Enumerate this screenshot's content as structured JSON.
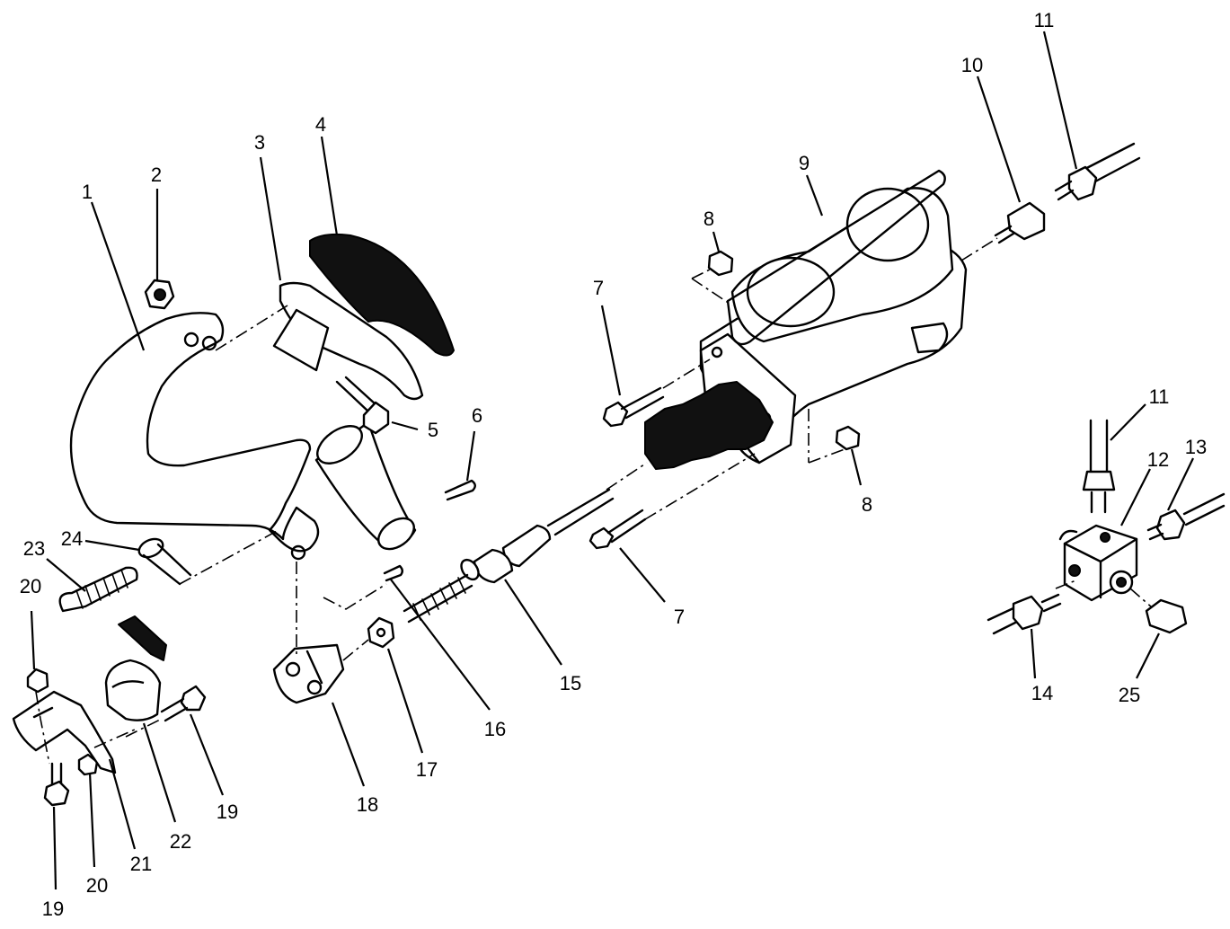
{
  "callouts": {
    "c1": "1",
    "c2": "2",
    "c3": "3",
    "c4": "4",
    "c5": "5",
    "c6": "6",
    "c7a": "7",
    "c7b": "7",
    "c8a": "8",
    "c8b": "8",
    "c9": "9",
    "c10": "10",
    "c11a": "11",
    "c11b": "11",
    "c12": "12",
    "c13": "13",
    "c14": "14",
    "c15": "15",
    "c16": "16",
    "c17": "17",
    "c18": "18",
    "c19a": "19",
    "c19b": "19",
    "c20a": "20",
    "c20b": "20",
    "c21": "21",
    "c22": "22",
    "c23": "23",
    "c24": "24",
    "c25": "25"
  },
  "colors": {
    "ink": "#000000",
    "paper": "#ffffff"
  }
}
